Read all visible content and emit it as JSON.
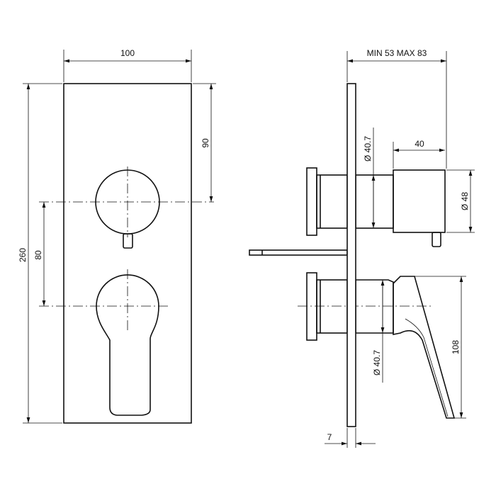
{
  "drawing": {
    "front_view": {
      "width_dim": "100",
      "height_dim": "260",
      "knob_offset_dim": "90",
      "axis_spacing_dim": "80"
    },
    "side_view": {
      "depth_dim": "MIN 53 MAX 83",
      "knob_length_dim": "40",
      "knob_diameter_dim": "Ø 48",
      "upper_body_diameter_dim": "Ø 40.7",
      "lower_body_diameter_dim": "Ø 40.7",
      "lever_height_dim": "108",
      "plate_thickness_dim": "7"
    }
  }
}
